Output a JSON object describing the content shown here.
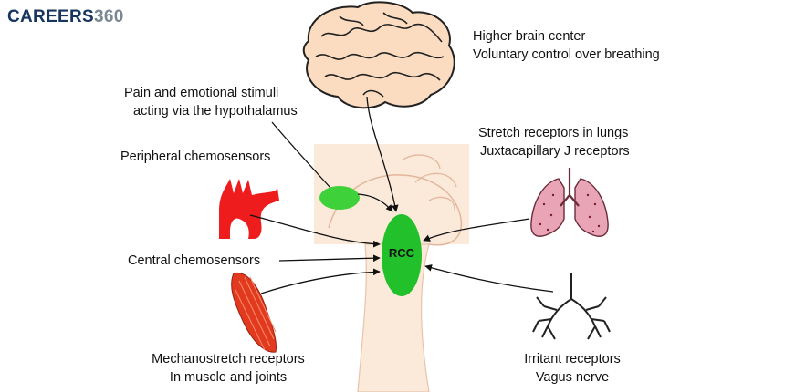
{
  "brand": {
    "part1": "CAREERS",
    "part2": "360"
  },
  "center_label": "RCC",
  "labels": {
    "higher_brain_1": "Higher brain center",
    "higher_brain_2": "Voluntary control over breathing",
    "pain_1": "Pain and emotional stimuli",
    "pain_2": "acting via the hypothalamus",
    "peripheral": "Peripheral chemosensors",
    "stretch_1": "Stretch receptors in lungs",
    "stretch_2": "Juxtacapillary J receptors",
    "central": "Central chemosensors",
    "mechano_1": "Mechanostretch receptors",
    "mechano_2": "In muscle and joints",
    "irritant_1": "Irritant receptors",
    "irritant_2": "Vagus nerve"
  },
  "colors": {
    "rcc_green": "#22c02a",
    "hypothalamus_green": "#3fd13a",
    "brain_fill": "#fbdcc0",
    "brainstem_fill": "#fbe9da",
    "aorta_red": "#ee1c1c",
    "lung_pink": "#e9a5b5",
    "muscle_red": "#e23a1e",
    "brand_dark": "#17355f",
    "brand_grey": "#7a8794"
  }
}
